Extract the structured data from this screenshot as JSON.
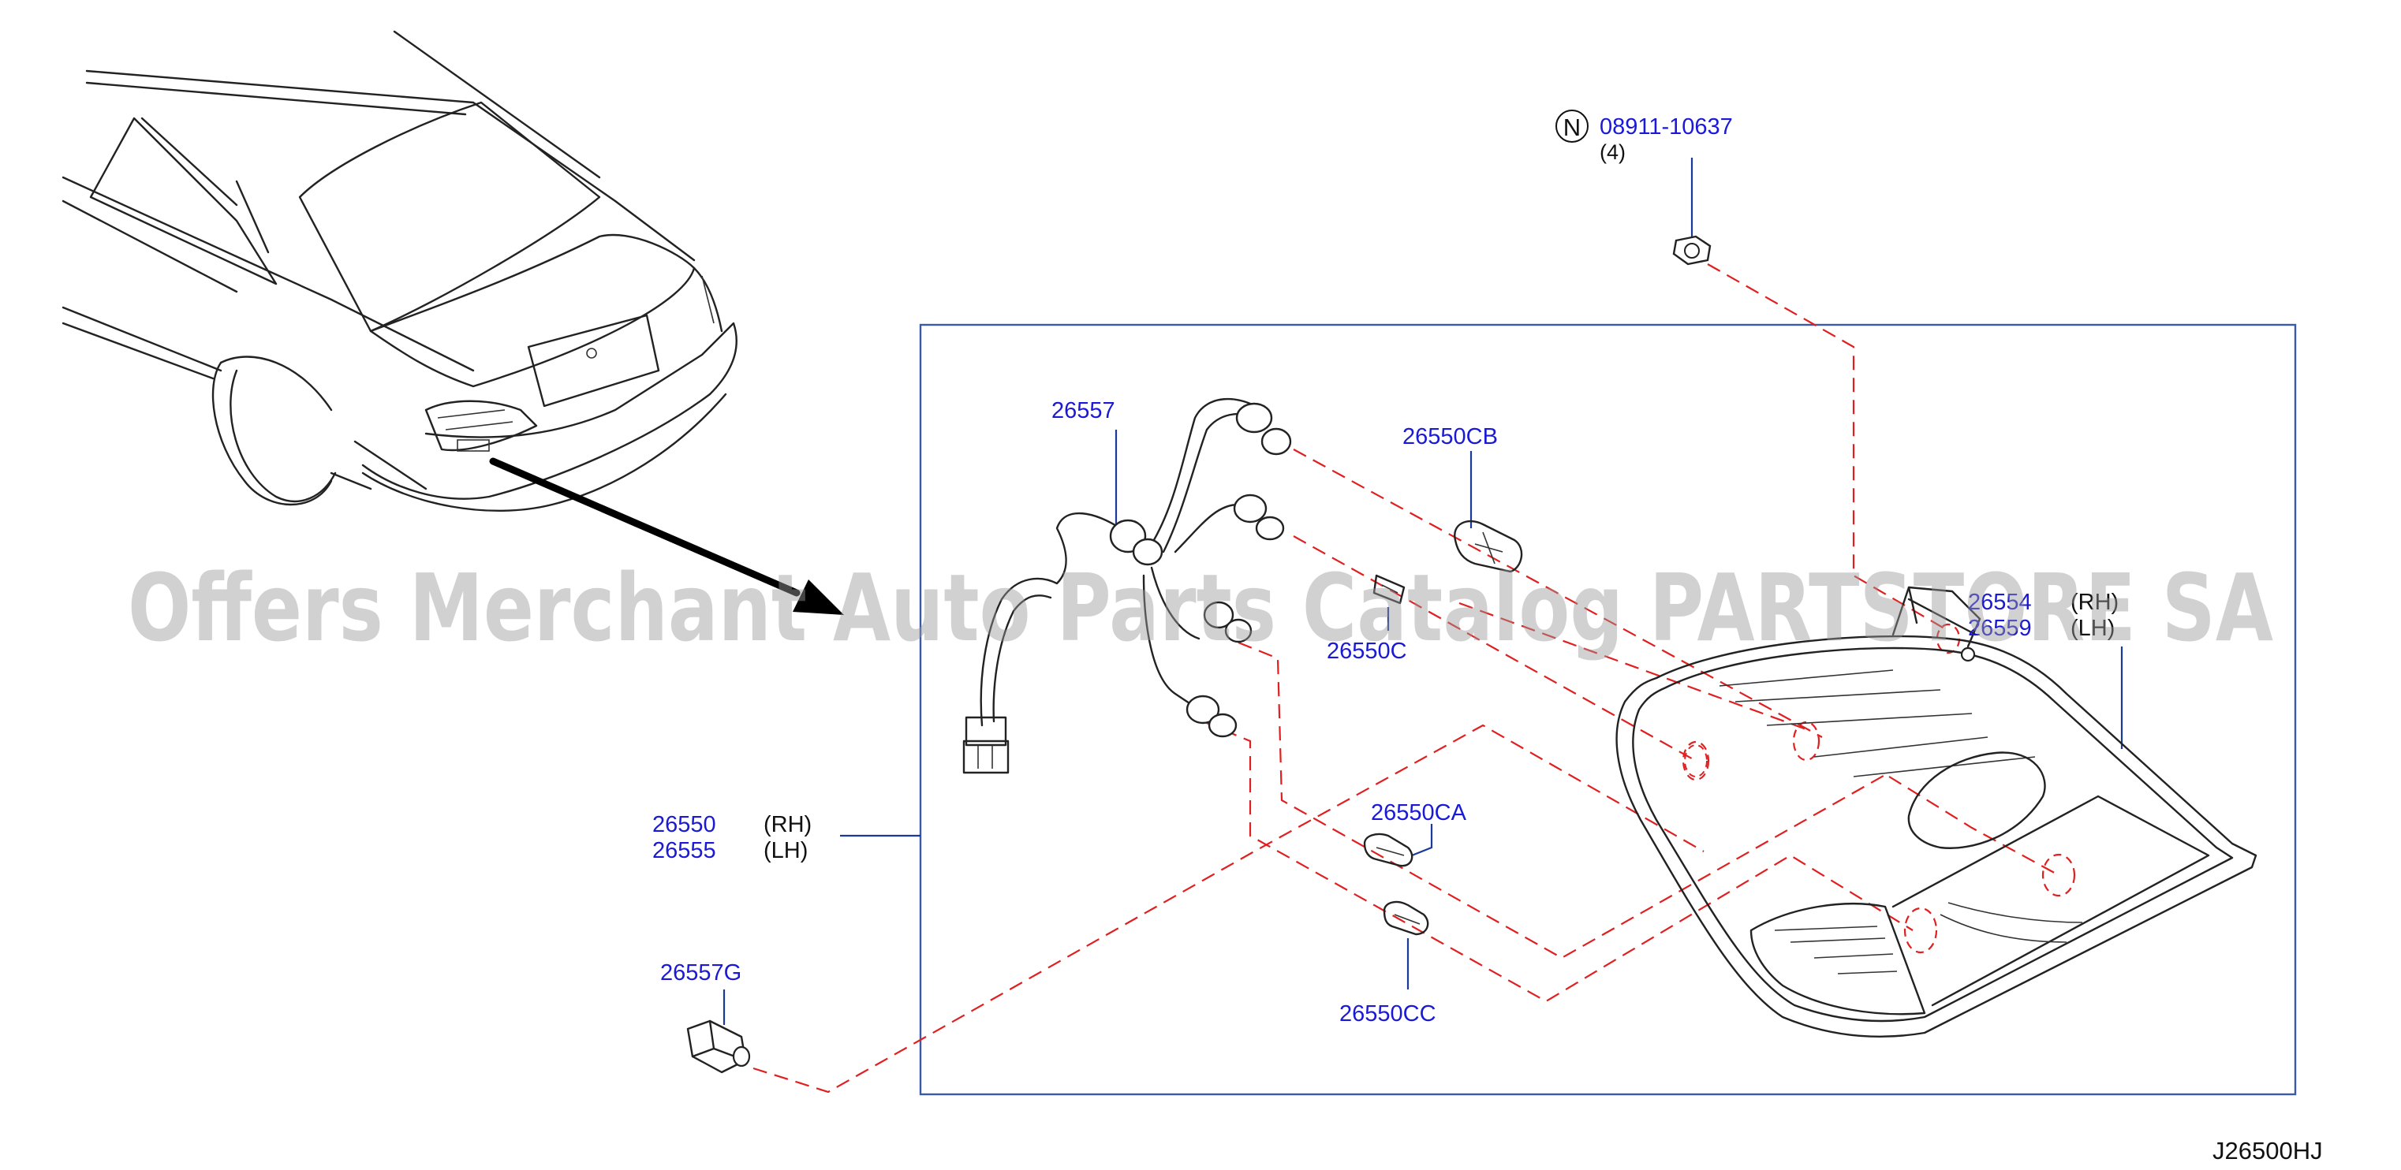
{
  "diagram": {
    "code": "J26500HJ",
    "watermark": "Offers Merchant Auto Parts Catalog PARTSTORE SA",
    "nut_symbol": "N",
    "parts": {
      "nut": {
        "number": "08911-10637",
        "qty": "(4)"
      },
      "socket_harness": {
        "number": "26557"
      },
      "bulb_cb": {
        "number": "26550CB"
      },
      "bulb_c": {
        "number": "26550C"
      },
      "bulb_ca": {
        "number": "26550CA"
      },
      "bulb_cc": {
        "number": "26550CC"
      },
      "grommet": {
        "number": "26557G"
      },
      "lamp_assembly": {
        "rh_number": "26550",
        "rh_side": "(RH)",
        "lh_number": "26555",
        "lh_side": "(LH)"
      },
      "lens_housing": {
        "rh_number": "26554",
        "rh_side": "(RH)",
        "lh_number": "26559",
        "lh_side": "(LH)"
      }
    }
  }
}
